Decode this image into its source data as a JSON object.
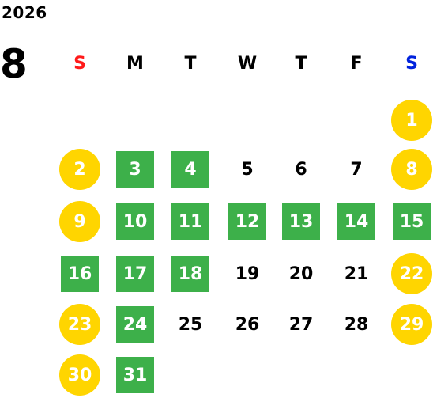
{
  "calendar": {
    "year": "2026",
    "month": "8",
    "weekdays": [
      "S",
      "M",
      "T",
      "W",
      "T",
      "F",
      "S"
    ],
    "colors": {
      "sunday_header": "#ff1a1a",
      "saturday_header": "#0022dd",
      "weekend_circle": "#ffd500",
      "holiday_box": "#3db04a"
    },
    "weeks": [
      [
        {
          "day": "",
          "style": "blank"
        },
        {
          "day": "",
          "style": "blank"
        },
        {
          "day": "",
          "style": "blank"
        },
        {
          "day": "",
          "style": "blank"
        },
        {
          "day": "",
          "style": "blank"
        },
        {
          "day": "",
          "style": "blank"
        },
        {
          "day": "1",
          "style": "weekend"
        }
      ],
      [
        {
          "day": "2",
          "style": "weekend"
        },
        {
          "day": "3",
          "style": "holiday"
        },
        {
          "day": "4",
          "style": "holiday"
        },
        {
          "day": "5",
          "style": "normal"
        },
        {
          "day": "6",
          "style": "normal"
        },
        {
          "day": "7",
          "style": "normal"
        },
        {
          "day": "8",
          "style": "weekend"
        }
      ],
      [
        {
          "day": "9",
          "style": "weekend"
        },
        {
          "day": "10",
          "style": "holiday"
        },
        {
          "day": "11",
          "style": "holiday"
        },
        {
          "day": "12",
          "style": "holiday"
        },
        {
          "day": "13",
          "style": "holiday"
        },
        {
          "day": "14",
          "style": "holiday"
        },
        {
          "day": "15",
          "style": "holiday"
        }
      ],
      [
        {
          "day": "16",
          "style": "holiday"
        },
        {
          "day": "17",
          "style": "holiday"
        },
        {
          "day": "18",
          "style": "holiday"
        },
        {
          "day": "19",
          "style": "normal"
        },
        {
          "day": "20",
          "style": "normal"
        },
        {
          "day": "21",
          "style": "normal"
        },
        {
          "day": "22",
          "style": "weekend"
        }
      ],
      [
        {
          "day": "23",
          "style": "weekend"
        },
        {
          "day": "24",
          "style": "holiday"
        },
        {
          "day": "25",
          "style": "normal"
        },
        {
          "day": "26",
          "style": "normal"
        },
        {
          "day": "27",
          "style": "normal"
        },
        {
          "day": "28",
          "style": "normal"
        },
        {
          "day": "29",
          "style": "weekend"
        }
      ],
      [
        {
          "day": "30",
          "style": "weekend"
        },
        {
          "day": "31",
          "style": "holiday"
        },
        {
          "day": "",
          "style": "blank"
        },
        {
          "day": "",
          "style": "blank"
        },
        {
          "day": "",
          "style": "blank"
        },
        {
          "day": "",
          "style": "blank"
        },
        {
          "day": "",
          "style": "blank"
        }
      ]
    ]
  }
}
